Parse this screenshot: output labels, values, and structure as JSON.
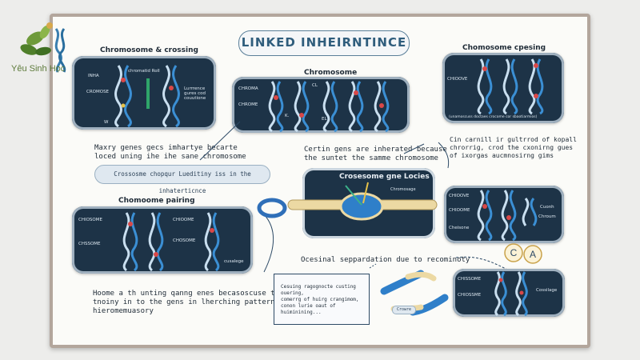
{
  "title": "LINKED INHEIRNTINCE",
  "logo": {
    "text": "Yêu Sinh Học"
  },
  "panel_tl": {
    "heading": "Chromosome & crossing",
    "label_a": "INHA",
    "label_b": "CROMOSE",
    "label_c": "Lurrrence  gures  cod  couutione",
    "label_d": "chromatid  Roll",
    "label_e": "W"
  },
  "panel_tc": {
    "heading": "Chromosome",
    "label_a": "CHROMA",
    "label_b": "CHROME",
    "label_c": "K.",
    "label_d": "CL",
    "label_e": "EL"
  },
  "panel_tr": {
    "heading": "Chomosome cpesing",
    "label_a": "CHIOOVE",
    "label_b": "(unamoscuss doctaes crocome cor sbaotiarmios)"
  },
  "note_left": [
    "Maxry genes gecs imhartye becarte",
    "loced uning ihe ihe sane chromosome"
  ],
  "pill_left": "Crossosme chopqur Lueditiny iss in the inhaterticnce",
  "note_center": [
    "Certin gens are inherated because",
    "the suntet the samme chromosome"
  ],
  "note_right": [
    "Cin carnill ir gultrrod of kopall",
    "chrorrig, crod the cxonirng gues",
    "of ixorgas aucmnosirng gims"
  ],
  "panel_ml": {
    "heading": "Chomoome pairing",
    "label_a": "CHIOSOME",
    "label_b": "CHSSOME",
    "label_c": "CHIOOME",
    "label_d": "CHOSOME",
    "label_e": "cusalege"
  },
  "panel_mc": {
    "heading": "Crosesome gne Locies",
    "label_a": "Chromosage"
  },
  "panel_mr": {
    "label_a": "CHIOOVE",
    "label_b": "CHIOOME",
    "label_c": "Cheisone",
    "label_d": "Cuonh",
    "label_e": "Chroum"
  },
  "note_sep": "Ocesinal seppardation due to recominoty",
  "note_bottom_left": [
    "Hoome a th unting qanng enes becasoscuse thing",
    "tnoiny in to the gens in lherching patterns lhe",
    "hieromemuasory"
  ],
  "frame_text": [
    "Cesuing ragognocte custing ouering,",
    "comerrg of huirg crangimom,",
    "conon lurie oaut of huiminining..."
  ],
  "frame_badge": "Crowre",
  "panel_br": {
    "label_a": "CHISSOME",
    "label_b": "CHIOSSME",
    "label_c": "Cossilage"
  },
  "badge": [
    "C",
    "A"
  ]
}
